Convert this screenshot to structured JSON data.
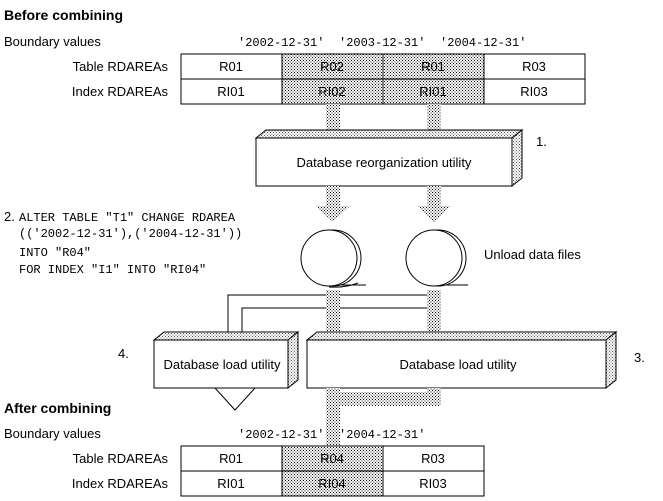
{
  "before": {
    "heading": "Before combining",
    "boundary_label": "Boundary values",
    "boundaries": [
      "'2002-12-31'",
      "'2003-12-31'",
      "'2004-12-31'"
    ],
    "table_label": "Table RDAREAs",
    "index_label": "Index RDAREAs",
    "table_cells": [
      "R01",
      "R02",
      "R01",
      "R03"
    ],
    "index_cells": [
      "RI01",
      "RI02",
      "RI01",
      "RI03"
    ]
  },
  "steps": {
    "reorg_utility": "Database reorganization utility",
    "step1": "1.",
    "step2_number": "2.",
    "sql_lines": [
      "ALTER TABLE \"T1\" CHANGE RDAREA",
      "(('2002-12-31'),('2004-12-31'))",
      "INTO \"R04\"",
      "FOR INDEX \"I1\" INTO \"RI04\""
    ],
    "unload_files": "Unload data files",
    "load_utility_left": "Database load utility",
    "load_utility_right": "Database load utility",
    "step3": "3.",
    "step4": "4."
  },
  "after": {
    "heading": "After combining",
    "boundary_label": "Boundary values",
    "boundaries": [
      "'2002-12-31'",
      "'2004-12-31'"
    ],
    "table_label": "Table RDAREAs",
    "index_label": "Index RDAREAs",
    "table_cells": [
      "R01",
      "R04",
      "R03"
    ],
    "index_cells": [
      "RI01",
      "RI04",
      "RI03"
    ]
  }
}
